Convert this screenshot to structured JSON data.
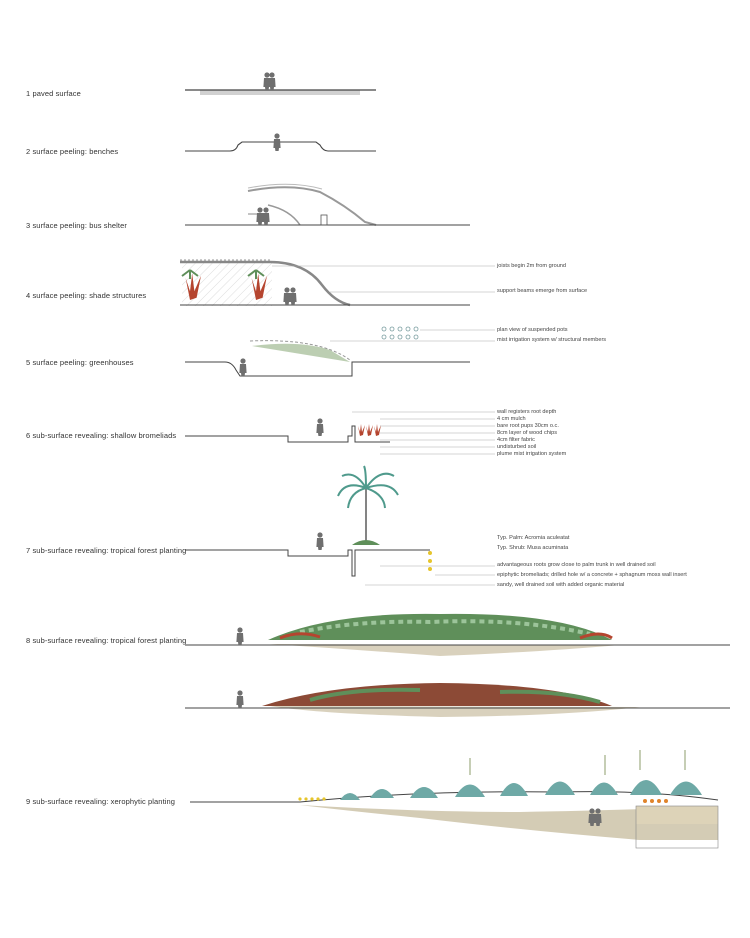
{
  "rows": [
    {
      "label": "1 paved surface"
    },
    {
      "label": "2 surface peeling: benches"
    },
    {
      "label": "3 surface peeling: bus shelter"
    },
    {
      "label": "4 surface peeling: shade structures"
    },
    {
      "label": "5 surface peeling: greenhouses"
    },
    {
      "label": "6 sub-surface revealing: shallow bromeliads"
    },
    {
      "label": "7 sub-surface revealing: tropical forest planting"
    },
    {
      "label": "8 sub-surface revealing: tropical forest planting"
    },
    {
      "label": "9 sub-surface revealing: xerophytic planting"
    }
  ],
  "notes": {
    "shade": [
      "joists begin 2m from ground",
      "support beams emerge from surface"
    ],
    "greenhouse": [
      "plan view of suspended pots",
      "mist irrigation system w/ structural members"
    ],
    "bromeliad": [
      "wall registers root depth",
      "4 cm mulch",
      "bare root pups 30cm o.c.",
      "8cm layer of wood chips",
      "4cm filter fabric",
      "undisturbed soil",
      "plume mist irrigation system"
    ],
    "forest": [
      "Typ. Palm: Acromia aculeatat",
      "Typ. Shrub: Musa acuminata",
      "advantageous roots grow close to palm trunk in well drained soil",
      "epiphytic bromeliads; drilled hole w/ a concrete + sphagnum moss wall insert",
      "sandy, well drained soil with added organic material"
    ]
  },
  "colors": {
    "line": "#444444",
    "grey": "#8a8a8a",
    "figure": "#6f6f6f",
    "soil": "#cfc6ad",
    "green": "#5f8f5a",
    "teal": "#4f9a8c",
    "red": "#b5452f",
    "orange": "#e0842b",
    "yellow": "#e6c52c"
  }
}
